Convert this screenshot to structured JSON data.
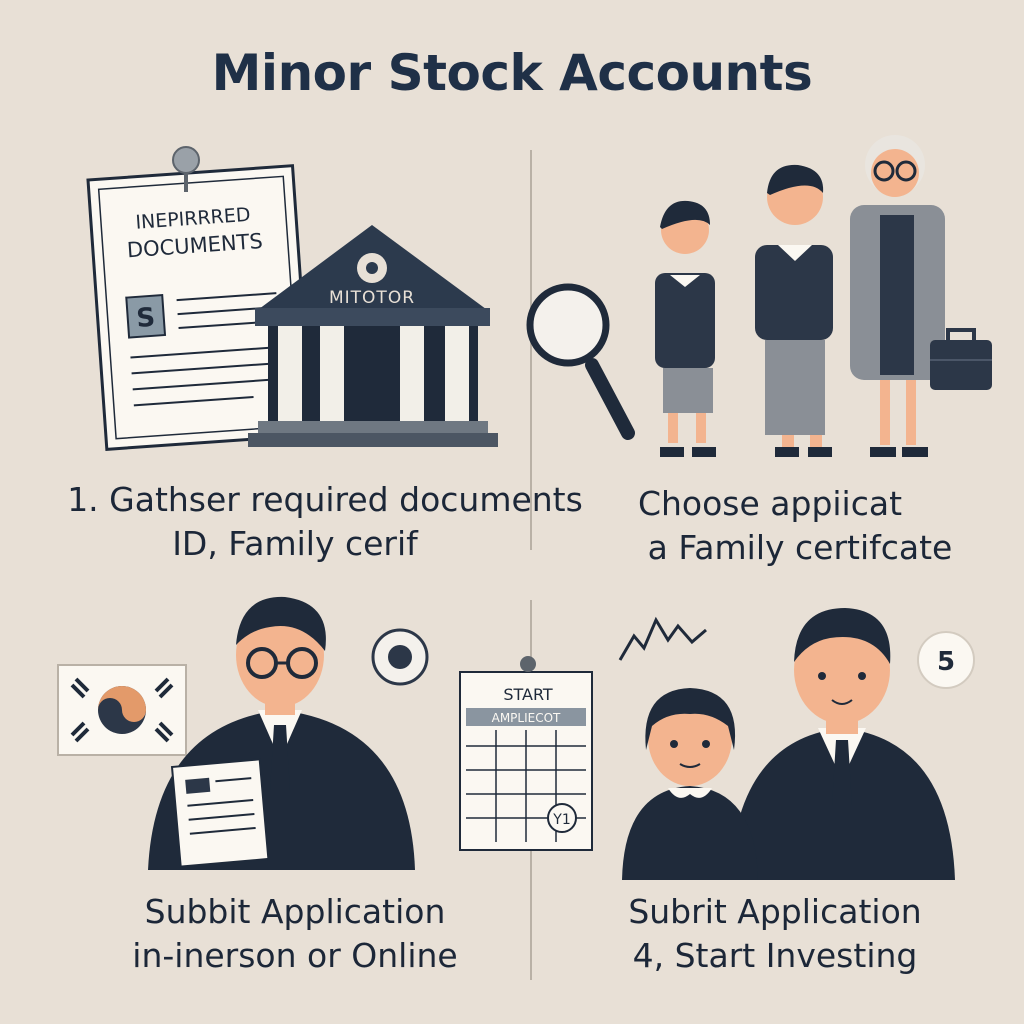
{
  "page": {
    "title": "Minor Stock Accounts"
  },
  "panels": {
    "step1": {
      "doc_header_1": "INEPIRRRED",
      "doc_header_2": "DOCUMENTS",
      "doc_badge": "S",
      "bank_label": "MITOTOR",
      "caption_1": "1. Gathser required documents",
      "caption_2": "ID, Family cerif"
    },
    "step2": {
      "caption_1": "Choose appiicat",
      "caption_2": "a Family certifcate"
    },
    "step3": {
      "calendar_title": "START",
      "calendar_banner": "AMPLIECOT",
      "calendar_mark": "Y1",
      "caption_1": "Subbit Application",
      "caption_2": "in-inerson or Online"
    },
    "step4": {
      "badge": "5",
      "caption_1": "Subrit Application",
      "caption_2": "4, Start Investing"
    }
  },
  "colors": {
    "background": "#e8e0d6",
    "navy": "#1f2a3a",
    "gray": "#8a8f96",
    "skin": "#f3b48f",
    "paper": "#fbf8f2"
  },
  "icons": [
    "document-icon",
    "bank-icon",
    "magnifier-icon",
    "briefcase-icon",
    "flag-icon",
    "calendar-icon",
    "chart-line-icon"
  ]
}
